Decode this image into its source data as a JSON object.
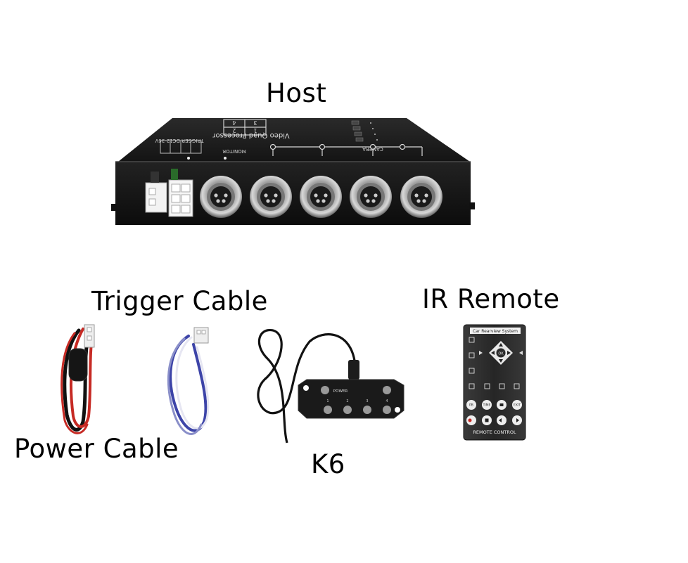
{
  "labels": {
    "host": "Host",
    "trigger_cable": "Trigger Cable",
    "ir_remote": "IR Remote",
    "power_cable": "Power Cable",
    "k6": "K6"
  },
  "host_device": {
    "title_text": "Video Quad Processor",
    "camera_text": "CAMERA",
    "monitor_text": "MONITOR",
    "trigger_text": "TRIGGER DC12-36V",
    "grid_digits": [
      "1",
      "2",
      "3",
      "4"
    ],
    "connector_count": 5
  },
  "k6_device": {
    "power_text": "POWER",
    "button_labels": [
      "1",
      "2",
      "3",
      "4"
    ]
  },
  "remote": {
    "top_text": "Car Rearview System",
    "bottom_text": "REMOTE  CONTROL",
    "center_text": "OK",
    "button_texts": [
      "PB",
      "TIME",
      "",
      "EXIT"
    ]
  },
  "colors": {
    "host_body": "#1b1b1b",
    "remote_body": "#2b2b2b",
    "red_wire": "#c62a24",
    "blue_wire": "#3d44a8"
  }
}
